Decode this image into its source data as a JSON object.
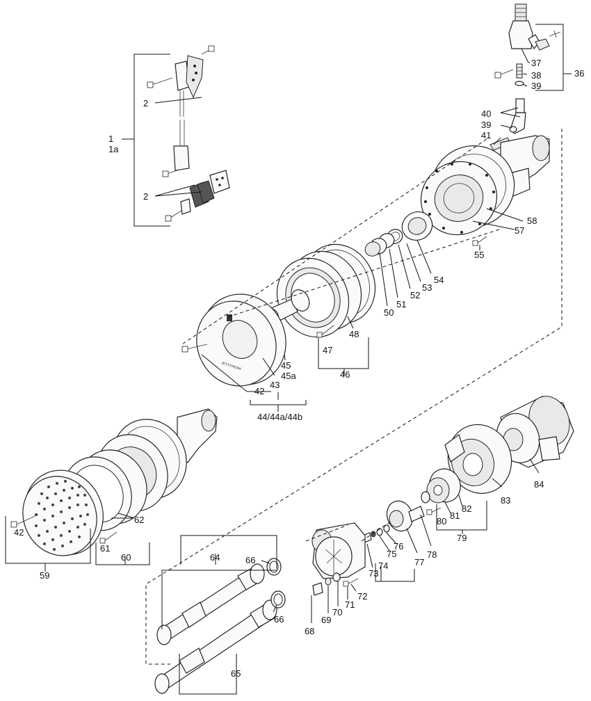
{
  "labels": {
    "l1": "1",
    "l1a": "1a",
    "l2a": "2",
    "l2b": "2",
    "l36": "36",
    "l37": "37",
    "l38": "38",
    "l39a": "39",
    "l40": "40",
    "l39b": "39",
    "l41": "41",
    "l58": "58",
    "l57": "57",
    "l55": "55",
    "l54": "54",
    "l53": "53",
    "l52": "52",
    "l51": "51",
    "l50": "50",
    "l48": "48",
    "l47": "47",
    "l46": "46",
    "l45": "45",
    "l45a": "45a",
    "l43": "43",
    "l42a": "42",
    "l44": "44/44a/44b",
    "l84": "84",
    "l83": "83",
    "l82": "82",
    "l81": "81",
    "l80": "80",
    "l79": "79",
    "l78": "78",
    "l77": "77",
    "l76": "76",
    "l75": "75",
    "l74": "74",
    "l73": "73",
    "l72": "72",
    "l71": "71",
    "l70": "70",
    "l69": "69",
    "l68": "68",
    "l66a": "66",
    "l66b": "66",
    "l64": "64",
    "l65": "65",
    "l62": "62",
    "l61": "61",
    "l60": "60",
    "l59": "59",
    "l42b": "42"
  },
  "brand_text": "JETSTREAM"
}
